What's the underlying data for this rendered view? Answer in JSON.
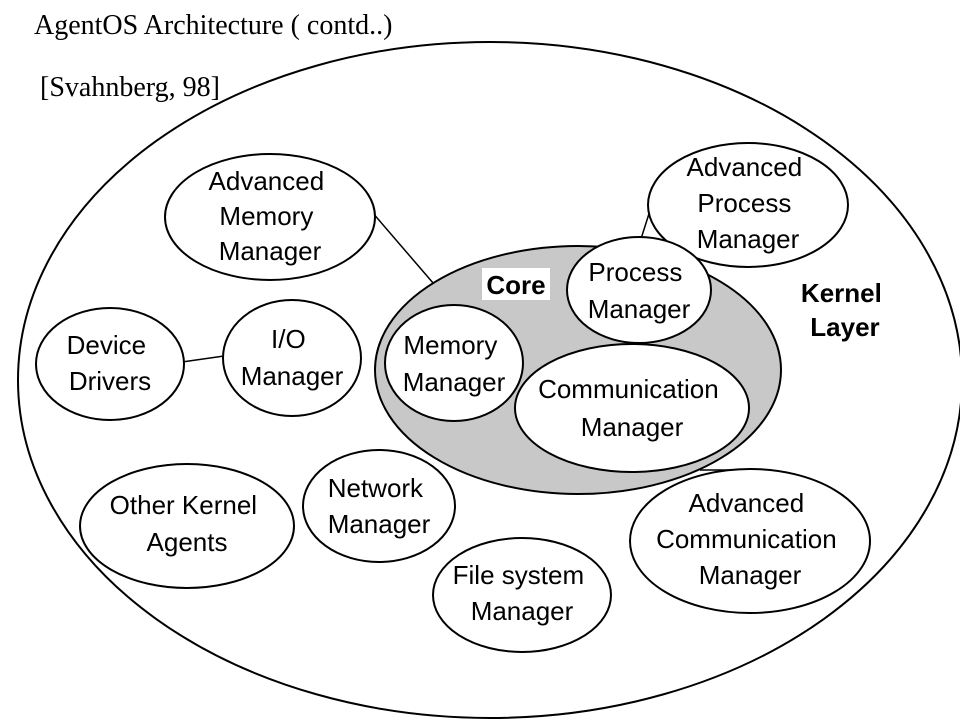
{
  "slide": {
    "title": "AgentOS Architecture ( contd..)",
    "citation": "[Svahnberg, 98]"
  },
  "diagram": {
    "kernel_layer": [
      "Kernel",
      "Layer"
    ],
    "core_label": "Core",
    "advanced_memory_manager": [
      "Advanced",
      "Memory",
      "Manager"
    ],
    "advanced_process_manager": [
      "Advanced",
      "Process",
      "Manager"
    ],
    "process_manager": [
      "Process",
      "Manager"
    ],
    "memory_manager": [
      "Memory",
      "Manager"
    ],
    "communication_manager": [
      "Communication",
      "Manager"
    ],
    "device_drivers": [
      "Device",
      "Drivers"
    ],
    "io_manager": [
      "I/O",
      "Manager"
    ],
    "other_kernel_agents": [
      "Other Kernel",
      "Agents"
    ],
    "network_manager": [
      "Network",
      "Manager"
    ],
    "file_system_manager": [
      "File system",
      "Manager"
    ],
    "advanced_communication_manager": [
      "Advanced",
      "Communication",
      "Manager"
    ]
  },
  "colors": {
    "core_fill": "#c8c8c8",
    "node_fill": "#ffffff",
    "stroke": "#000000"
  }
}
